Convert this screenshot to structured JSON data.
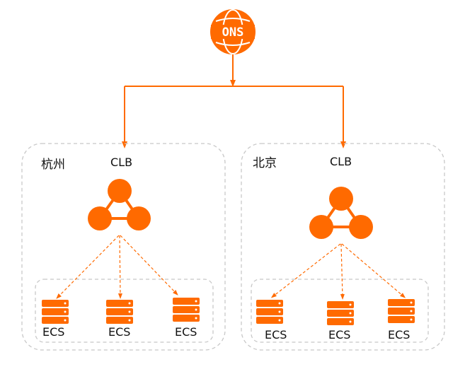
{
  "colors": {
    "accent": "#ff6a00",
    "region_border": "#c8c8c8",
    "text": "#111111"
  },
  "dns": {
    "label": "ONS",
    "icon": "globe-dns-icon"
  },
  "regions": [
    {
      "name": "杭州",
      "clb": {
        "label": "CLB",
        "icon": "load-balancer-icon"
      },
      "servers": [
        {
          "label": "ECS",
          "icon": "server-stack-icon"
        },
        {
          "label": "ECS",
          "icon": "server-stack-icon"
        },
        {
          "label": "ECS",
          "icon": "server-stack-icon"
        }
      ]
    },
    {
      "name": "北京",
      "clb": {
        "label": "CLB",
        "icon": "load-balancer-icon"
      },
      "servers": [
        {
          "label": "ECS",
          "icon": "server-stack-icon"
        },
        {
          "label": "ECS",
          "icon": "server-stack-icon"
        },
        {
          "label": "ECS",
          "icon": "server-stack-icon"
        }
      ]
    }
  ]
}
